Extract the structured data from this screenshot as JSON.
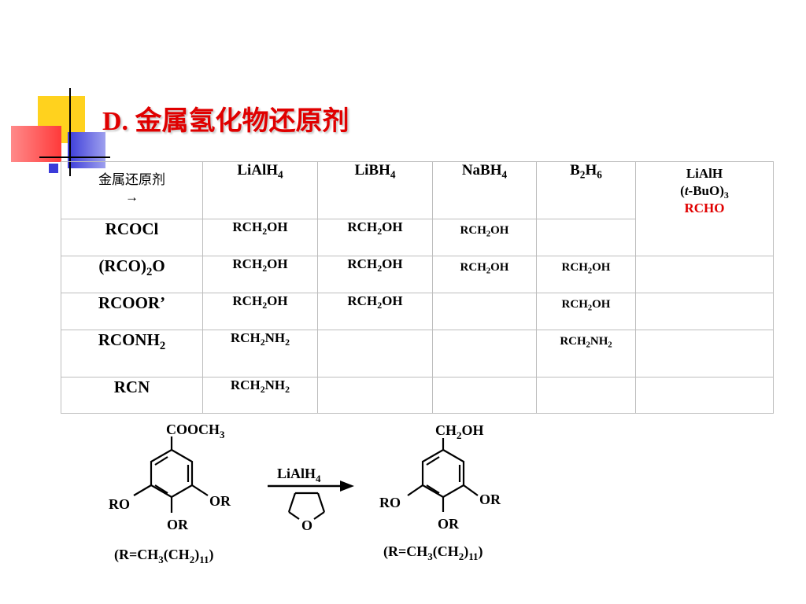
{
  "title": "D. 金属氢化物还原剂",
  "table": {
    "corner": {
      "line1": "金属还原剂",
      "line2": "→"
    },
    "headers": [
      {
        "main": "LiAlH",
        "sub": "4"
      },
      {
        "main": "LiBH",
        "sub": "4"
      },
      {
        "main": "NaBH",
        "sub": "4"
      },
      {
        "a": "B",
        "asub": "2",
        "b": "H",
        "bsub": "6"
      },
      {
        "line1": "LiAlH",
        "line2pre": "(",
        "line2it": "t",
        "line2post": "-BuO)",
        "line2sub": "3",
        "line3": "RCHO"
      }
    ],
    "rows": [
      {
        "label_pre": "RCOCl",
        "label_sub": "",
        "label_post": "",
        "cells": [
          [
            "RCH",
            "2",
            "OH"
          ],
          [
            "RCH",
            "2",
            "OH"
          ],
          [
            "RCH",
            "2",
            "OH"
          ],
          [
            "",
            "",
            ""
          ]
        ]
      },
      {
        "label_pre": "(RCO)",
        "label_sub": "2",
        "label_post": "O",
        "cells": [
          [
            "RCH",
            "2",
            "OH"
          ],
          [
            "RCH",
            "2",
            "OH"
          ],
          [
            "RCH",
            "2",
            "OH"
          ],
          [
            "RCH",
            "2",
            "OH"
          ]
        ]
      },
      {
        "label_pre": "RCOOR’",
        "label_sub": "",
        "label_post": "",
        "cells": [
          [
            "RCH",
            "2",
            "OH"
          ],
          [
            "RCH",
            "2",
            "OH"
          ],
          [
            "",
            "",
            ""
          ],
          [
            "RCH",
            "2",
            "OH"
          ]
        ]
      },
      {
        "label_pre": "RCONH",
        "label_sub": "2",
        "label_post": "",
        "cells": [
          [
            "RCH",
            "2",
            "NH",
            "2"
          ],
          [
            "",
            "",
            ""
          ],
          [
            "",
            "",
            ""
          ],
          [
            "RCH",
            "2",
            "NH",
            "2"
          ]
        ]
      },
      {
        "label_pre": "RCN",
        "label_sub": "",
        "label_post": "",
        "cells": [
          [
            "RCH",
            "2",
            "NH",
            "2"
          ],
          [
            "",
            "",
            ""
          ],
          [
            "",
            "",
            ""
          ],
          [
            "",
            "",
            ""
          ]
        ]
      }
    ]
  },
  "reaction": {
    "left": {
      "top_a": "COOCH",
      "top_sub": "3",
      "ro": "RO",
      "or_right": "OR",
      "or_bottom": "OR",
      "note_pre": "(R=CH",
      "note_s1": "3",
      "note_mid": "(CH",
      "note_s2": "2",
      "note_close": ")",
      "note_s3": "11",
      "note_end": ")"
    },
    "reagent_main": "LiAlH",
    "reagent_sub": "4",
    "solvent_atom": "O",
    "right": {
      "top_a": "CH",
      "top_sub": "2",
      "top_b": "OH",
      "ro": "RO",
      "or_right": "OR",
      "or_bottom": "OR",
      "note_pre": "(R=CH",
      "note_s1": "3",
      "note_mid": "(CH",
      "note_s2": "2",
      "note_close": ")",
      "note_s3": "11",
      "note_end": ")"
    }
  }
}
